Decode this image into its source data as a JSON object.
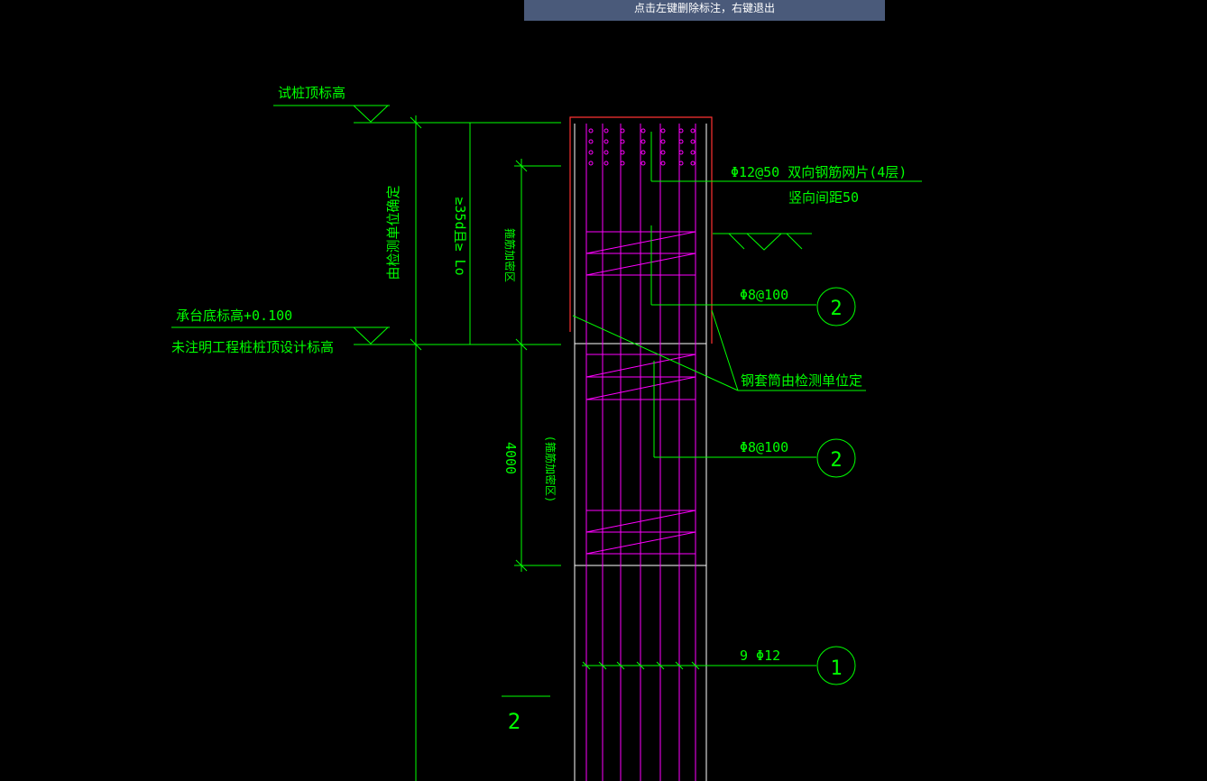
{
  "prompt": "点击左键删除标注，右键退出",
  "colors": {
    "background": "#000000",
    "dim": "#00ff00",
    "rebar": "#ff00ff",
    "casing": "#ff3333",
    "edge": "#ffffff",
    "prompt_bg": "#4a5a7a"
  },
  "labels": {
    "trial_pile_top": "试桩顶标高",
    "cap_bottom": "承台底标高+0.100",
    "pile_top_note": "未注明工程桩桩顶设计标高",
    "by_test_unit": "由检测单位确定",
    "lo_35d": "≥35d且≥ Lo",
    "stirrup_dense": "箍筋加密区",
    "dim_4000": "4000",
    "stirrup_dense_paren": "(箍筋加密区)",
    "mesh": "Φ12@50 双向钢筋网片(4层)",
    "mesh_spacing": "竖向间距50",
    "stirrup1": "Φ8@100",
    "stirrup2": "Φ8@100",
    "casing_note": "钢套筒由检测单位定",
    "main_bar": "9 Φ12",
    "tag_2a": "2",
    "tag_2b": "2",
    "tag_1": "1",
    "section_mark": "2"
  }
}
